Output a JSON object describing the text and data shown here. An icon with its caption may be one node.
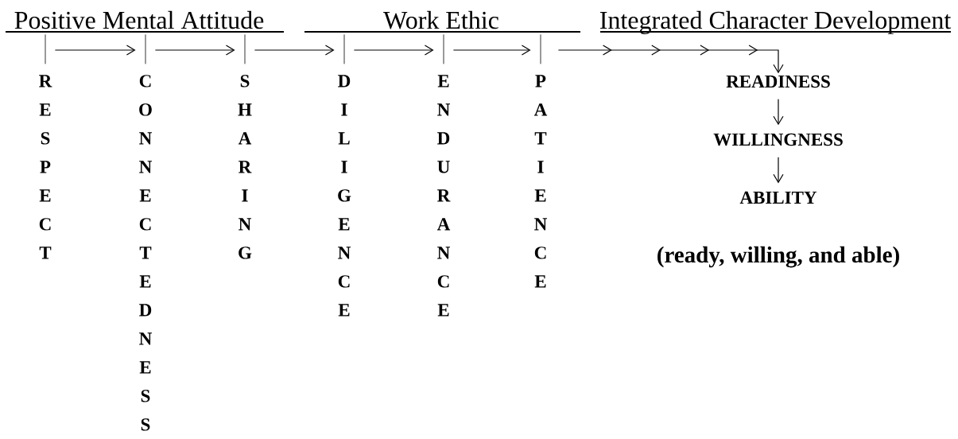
{
  "diagram": {
    "nodes": [
      {
        "text": [
          "RESPECT"
        ]
      },
      {
        "text": [
          "CONNECTEDNESS"
        ]
      },
      {
        "text": [
          "SHARING"
        ]
      },
      {
        "text": [
          "DILIGENCE"
        ]
      },
      {
        "text": [
          "ENDURANCE"
        ]
      },
      {
        "text": [
          "PATIENCE"
        ]
      },
      {
        "text": [
          "READINESS"
        ]
      },
      {
        "text": [
          "WILLINGNESS"
        ]
      },
      {
        "text": [
          "ABILITY"
        ]
      }
    ],
    "edges": [
      {
        "from": 0,
        "to": 1,
        "arrow": "to"
      },
      {
        "from": 1,
        "to": 2,
        "arrow": "to"
      },
      {
        "from": 2,
        "to": 3,
        "arrow": "to"
      },
      {
        "from": 3,
        "to": 4,
        "arrow": "to"
      },
      {
        "from": 4,
        "to": 5,
        "arrow": "to"
      },
      {
        "from": 5,
        "to": 6,
        "arrow": "to"
      },
      {
        "from": 6,
        "to": 7,
        "arrow": "to"
      },
      {
        "from": 7,
        "to": 8,
        "arrow": "to"
      }
    ],
    "labels": [
      "Positive Mental Attitude",
      "Work Ethic",
      "Integrated Character Development",
      "(ready, willing, and able)"
    ]
  }
}
